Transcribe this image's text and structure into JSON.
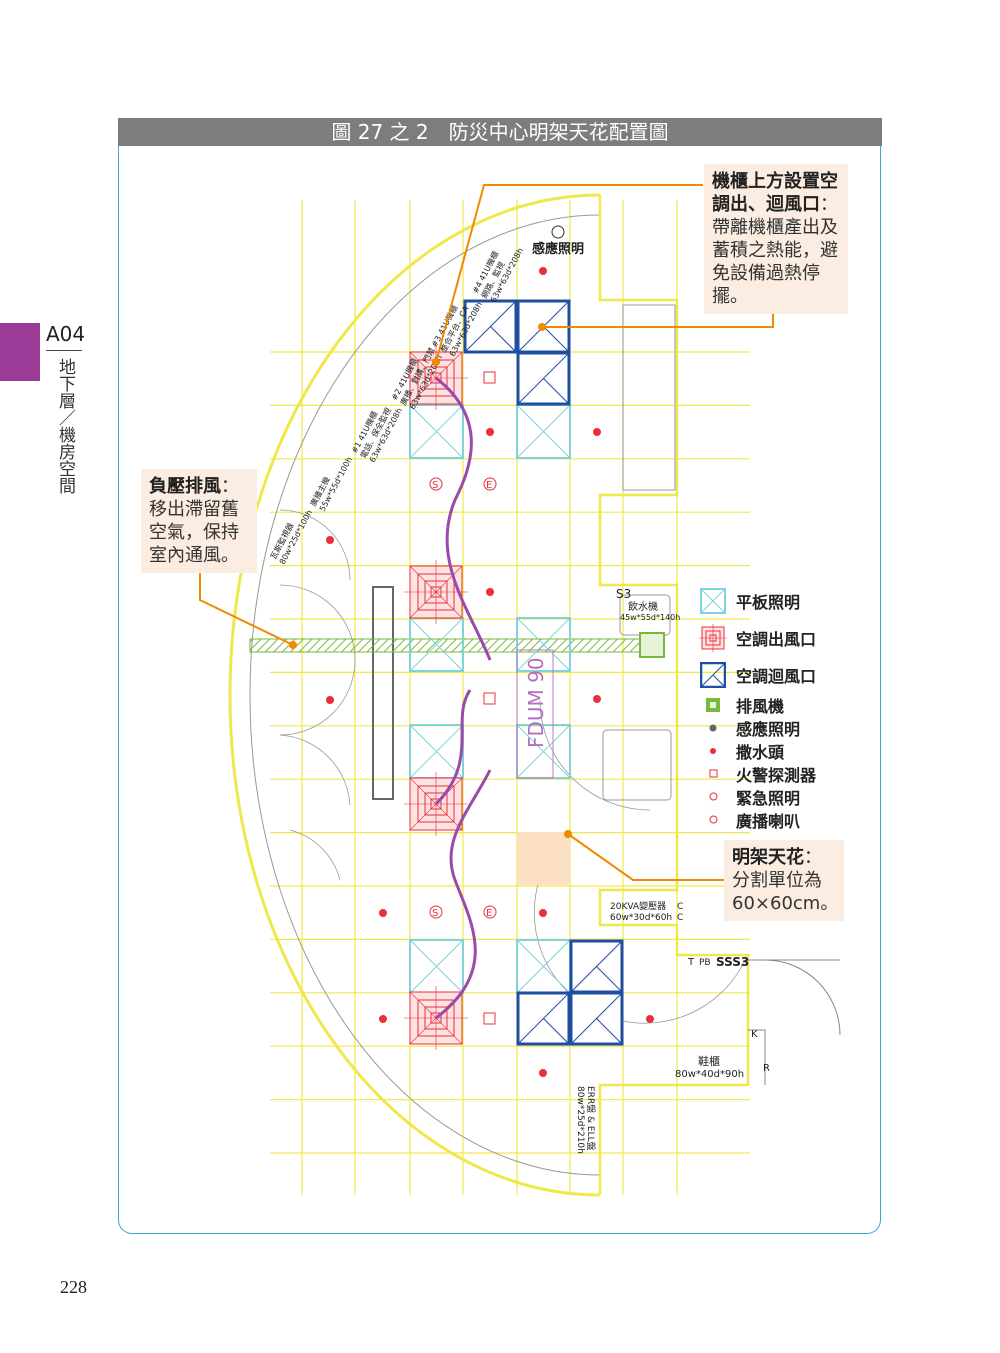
{
  "side_tab": {
    "code": "A04",
    "title": "地下層／機房空間"
  },
  "page_number": "228",
  "figure_title": "圖 27 之 2　防災中心明架天花配置圖",
  "callouts": {
    "top": {
      "bold": "機櫃上方設置空調出、迴風口",
      "text": "：帶離機櫃產出及蓄積之熱能，避免設備過熱停擺。"
    },
    "left": {
      "bold": "負壓排風",
      "text": "：移出滯留舊空氣，保持室內通風。"
    },
    "bottom": {
      "bold": "明架天花",
      "text": "：分割單位為60×60cm。"
    }
  },
  "legend": [
    {
      "icon": "flat-panel-light-icon",
      "label": "平板照明"
    },
    {
      "icon": "ac-supply-vent-icon",
      "label": "空調出風口"
    },
    {
      "icon": "ac-return-vent-icon",
      "label": "空調迴風口"
    },
    {
      "icon": "exhaust-fan-icon",
      "label": "排風機"
    },
    {
      "icon": "sensor-light-icon",
      "label": "感應照明"
    },
    {
      "icon": "sprinkler-icon",
      "label": "撒水頭"
    },
    {
      "icon": "fire-detector-icon",
      "label": "火警探測器"
    },
    {
      "icon": "emergency-light-icon",
      "label": "緊急照明"
    },
    {
      "icon": "speaker-icon",
      "label": "廣播喇叭"
    }
  ],
  "plan_labels": {
    "sensor_light": "感應照明",
    "rack4": [
      "#4 41U機櫃",
      "網路、監視",
      "63w*63d*208h"
    ],
    "rack3": [
      "#3 41U機櫃",
      "整合平台、CA",
      "63w*63d*208h"
    ],
    "rack2": [
      "#2 41U機櫃",
      "廣播、對講、門禁",
      "63w*63d*208h"
    ],
    "rack1": [
      "#1 41U機櫃",
      "電話、保全監視",
      "63w*63d*208h"
    ],
    "broadcast": [
      "廣播主機",
      "55w*55d*100h"
    ],
    "gas": [
      "瓦斯監視器",
      "80w*25d*100h"
    ],
    "s3": "S3",
    "water": [
      "飲水機",
      "45w*55d*140h"
    ],
    "fdum": "FDUM 90",
    "transformer": [
      "20KVA變壓器",
      "60w*30d*60h"
    ],
    "c": "C",
    "t": "T",
    "pb": "PB",
    "sss3": "SSS3",
    "k": "K",
    "r": "R",
    "shoe": [
      "鞋櫃",
      "80w*40d*90h"
    ],
    "panel": [
      "ERR盤 & ELL盤",
      "80w*25d*210h"
    ],
    "s": "S",
    "e": "E"
  },
  "colors": {
    "grid": "#f0e84a",
    "supply": "#e8303a",
    "return": "#1f4fa0",
    "flat": "#7fd3da",
    "exhaust": "#7ab83c",
    "accent": "#f08a00",
    "duct": "#9a4aa8",
    "tab": "#9b3a97"
  }
}
